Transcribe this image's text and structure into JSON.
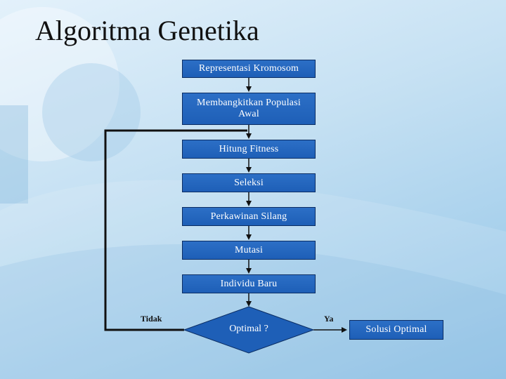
{
  "slide": {
    "title": "Algoritma Genetika"
  },
  "flowchart": {
    "steps": [
      "Representasi Kromosom",
      "Membangkitkan Populasi Awal",
      "Hitung Fitness",
      "Seleksi",
      "Perkawinan Silang",
      "Mutasi",
      "Individu Baru"
    ],
    "decision": "Optimal ?",
    "no_label": "Tidak",
    "yes_label": "Ya",
    "result": "Solusi Optimal"
  },
  "colors": {
    "box_fill": "#1e5fb7",
    "box_border": "#0b2d63",
    "arrow": "#111111"
  }
}
